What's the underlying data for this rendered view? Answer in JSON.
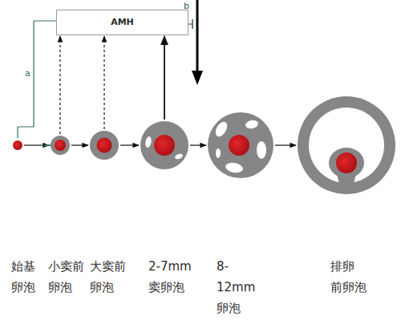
{
  "diagram": {
    "nodes": [
      {
        "text": [
          "AMH"
        ]
      },
      {
        "text": [
          "始基 卵泡"
        ]
      },
      {
        "text": [
          "小窦前 卵泡"
        ]
      },
      {
        "text": [
          "大窦前 卵泡"
        ]
      },
      {
        "text": [
          "2-7mm 窦卵泡"
        ]
      },
      {
        "text": [
          "8-12mm 卵泡"
        ]
      },
      {
        "text": [
          "排卵 前卵泡"
        ]
      }
    ],
    "edges": [
      {
        "from": 1,
        "to": 2,
        "arrow": "to"
      },
      {
        "from": 2,
        "to": 3,
        "arrow": "to"
      },
      {
        "from": 3,
        "to": 4,
        "arrow": "to"
      },
      {
        "from": 4,
        "to": 5,
        "arrow": "to"
      },
      {
        "from": 5,
        "to": 6,
        "arrow": "to"
      },
      {
        "from": 2,
        "to": 0,
        "arrow": "to"
      },
      {
        "from": 3,
        "to": 0,
        "arrow": "to"
      },
      {
        "from": 4,
        "to": 0,
        "arrow": "to"
      },
      {
        "from": 0,
        "to": 1,
        "label": "a",
        "arrow": "none"
      }
    ],
    "labels": [
      "b"
    ]
  }
}
